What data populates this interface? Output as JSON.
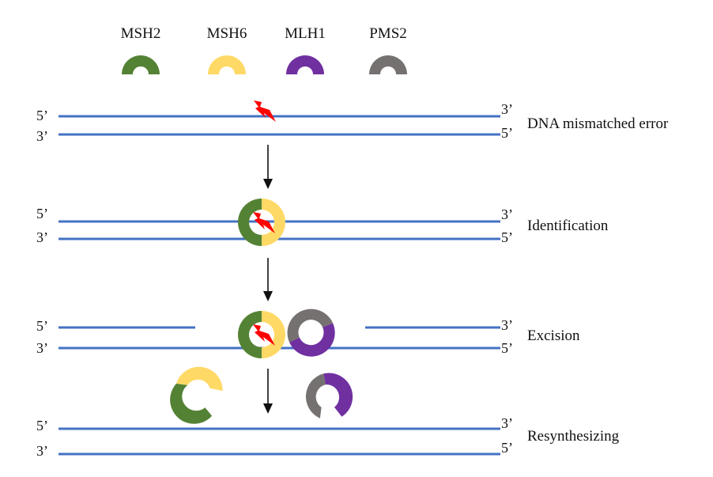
{
  "colors": {
    "dna_strand": "#4472C4",
    "arrow": "#111111",
    "mismatch": "#FF0000",
    "MSH2": "#548235",
    "MSH6": "#FFD966",
    "MLH1": "#7030A0",
    "PMS2": "#767171"
  },
  "legend": [
    {
      "name": "MSH2",
      "color": "#548235"
    },
    {
      "name": "MSH6",
      "color": "#FFD966"
    },
    {
      "name": "MLH1",
      "color": "#7030A0"
    },
    {
      "name": "PMS2",
      "color": "#767171"
    }
  ],
  "strand_ends": {
    "five_prime": "5’",
    "three_prime": "3’"
  },
  "steps": [
    {
      "label": "DNA mismatched error"
    },
    {
      "label": "Identification"
    },
    {
      "label": "Excision"
    },
    {
      "label": "Resynthesizing"
    }
  ],
  "icons": {
    "mismatch": "lightning-bolt-icon",
    "arrow": "arrow-down-icon"
  }
}
